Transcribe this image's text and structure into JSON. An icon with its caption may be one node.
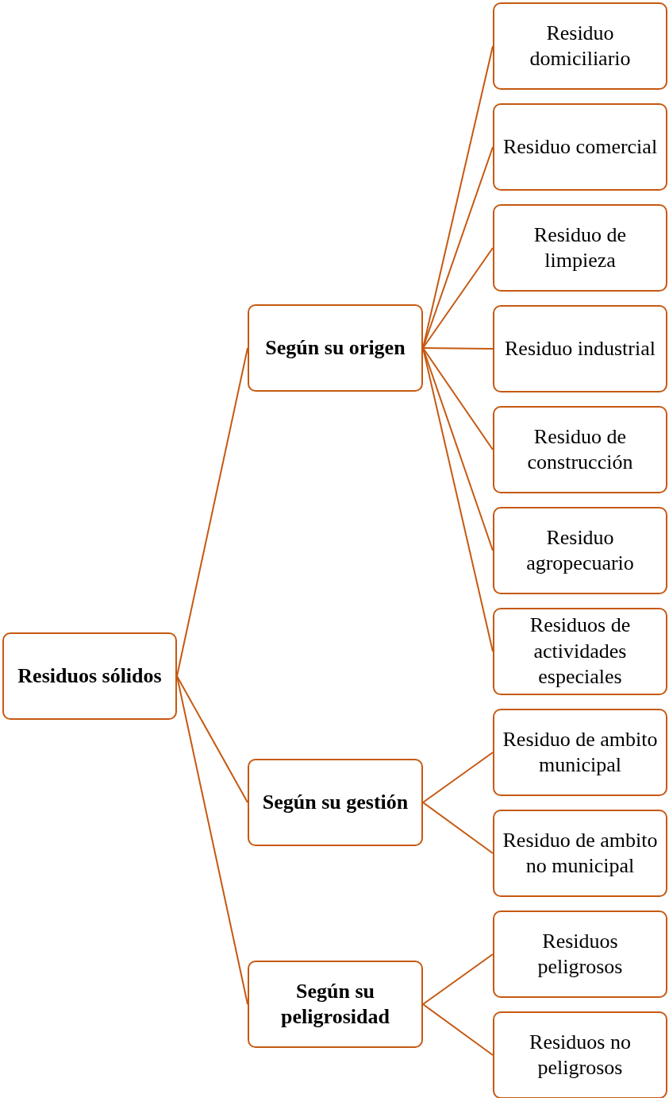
{
  "diagram": {
    "nodes": [
      {
        "text": [
          "Residuos sólidos"
        ]
      },
      {
        "text": [
          "Según su origen"
        ]
      },
      {
        "text": [
          "Residuo domiciliario"
        ]
      },
      {
        "text": [
          "Residuo comercial"
        ]
      },
      {
        "text": [
          "Residuo de limpieza"
        ]
      },
      {
        "text": [
          "Residuo industrial"
        ]
      },
      {
        "text": [
          "Residuo de construcción"
        ]
      },
      {
        "text": [
          "Residuo agropecuario"
        ]
      },
      {
        "text": [
          "Residuos de actividades especiales"
        ]
      },
      {
        "text": [
          "Según su gestión"
        ]
      },
      {
        "text": [
          "Residuo de ambito municipal"
        ]
      },
      {
        "text": [
          "Residuo de ambito no municipal"
        ]
      },
      {
        "text": [
          "Según su peligrosidad"
        ]
      },
      {
        "text": [
          "Residuos peligrosos"
        ]
      },
      {
        "text": [
          "Residuos no peligrosos"
        ]
      }
    ],
    "edges": [
      {
        "from": 0,
        "to": 1,
        "arrow": "none"
      },
      {
        "from": 0,
        "to": 9,
        "arrow": "none"
      },
      {
        "from": 0,
        "to": 12,
        "arrow": "none"
      },
      {
        "from": 1,
        "to": 2,
        "arrow": "none"
      },
      {
        "from": 1,
        "to": 3,
        "arrow": "none"
      },
      {
        "from": 1,
        "to": 4,
        "arrow": "none"
      },
      {
        "from": 1,
        "to": 5,
        "arrow": "none"
      },
      {
        "from": 1,
        "to": 6,
        "arrow": "none"
      },
      {
        "from": 1,
        "to": 7,
        "arrow": "none"
      },
      {
        "from": 1,
        "to": 8,
        "arrow": "none"
      },
      {
        "from": 9,
        "to": 10,
        "arrow": "none"
      },
      {
        "from": 9,
        "to": 11,
        "arrow": "none"
      },
      {
        "from": 12,
        "to": 13,
        "arrow": "none"
      },
      {
        "from": 12,
        "to": 14,
        "arrow": "none"
      }
    ]
  }
}
